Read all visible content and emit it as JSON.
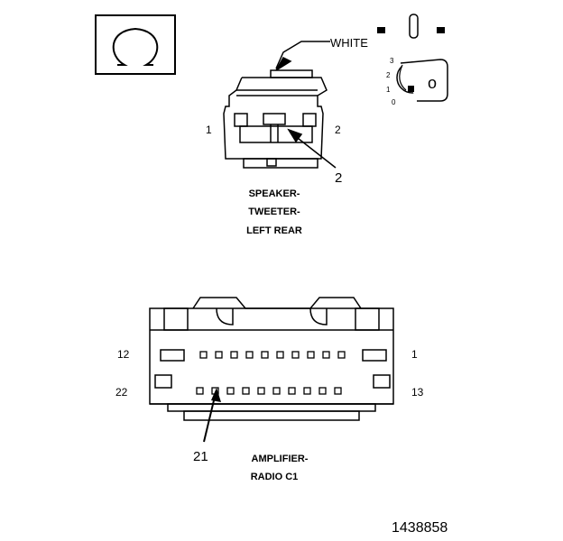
{
  "tweeter": {
    "wire_color": "WHITE",
    "pin_left": "1",
    "pin_right": "2",
    "callout": "2",
    "title_lines": [
      "SPEAKER-",
      "TWEETER-",
      "LEFT REAR"
    ]
  },
  "key_switch": {
    "positions": [
      "3",
      "2",
      "1",
      "0"
    ]
  },
  "amplifier": {
    "pin_top_left": "12",
    "pin_top_right": "1",
    "pin_bottom_left": "22",
    "pin_bottom_right": "13",
    "callout": "21",
    "title_lines": [
      "AMPLIFIER-",
      "RADIO C1"
    ]
  },
  "figure_id": "1438858",
  "icons": {
    "omega": "omega-logo-icon",
    "key": "ignition-key-icon"
  }
}
